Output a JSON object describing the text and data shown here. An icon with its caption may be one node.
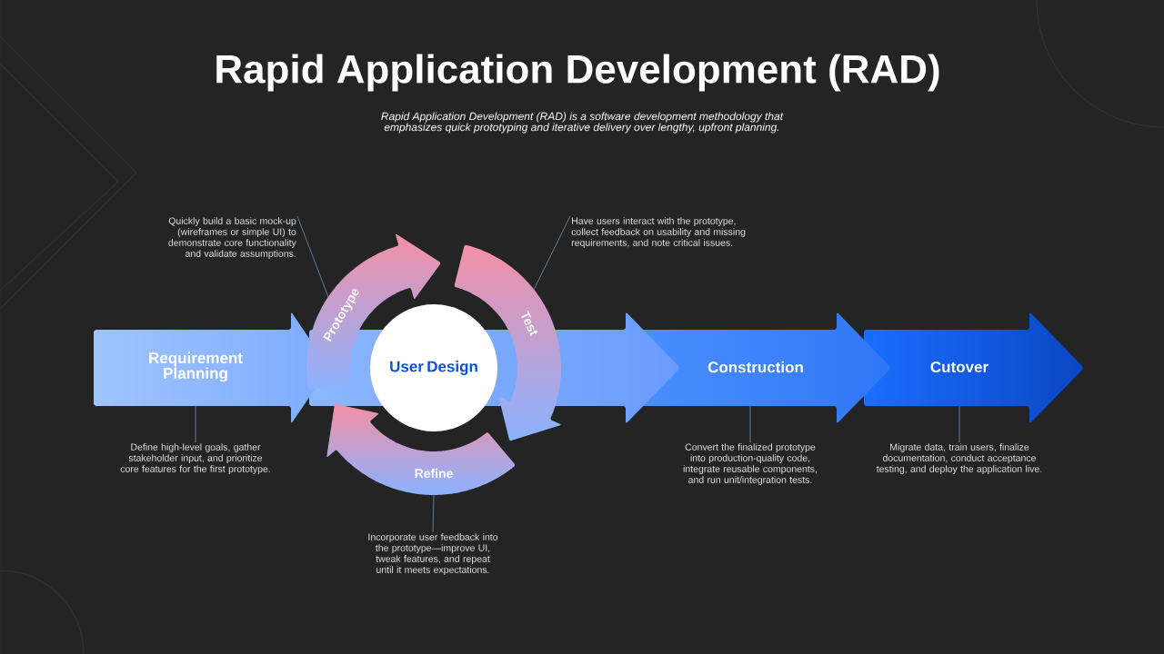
{
  "diagram": {
    "title": "Rapid Application Development (RAD)",
    "nodes": [
      {
        "text": [
          "Requirement Planning"
        ]
      },
      {
        "text": [
          "User Design"
        ]
      },
      {
        "text": [
          "Prototype"
        ]
      },
      {
        "text": [
          "Test"
        ]
      },
      {
        "text": [
          "Refine"
        ]
      },
      {
        "text": [
          "Construction"
        ]
      },
      {
        "text": [
          "Cutover"
        ]
      },
      {
        "text": [
          "Define high-level goals, gather stakeholder input, and prioritize core features for the first prototype."
        ]
      },
      {
        "text": [
          "Quickly build a basic mock-up (wireframes or simple UI) to demonstrate core functionality and validate assumptions."
        ]
      },
      {
        "text": [
          "Have users interact with the prototype, collect feedback on usability and missing requirements, and note critical issues."
        ]
      },
      {
        "text": [
          "Incorporate user feedback into the prototype—improve UI, tweak features, and repeat until it meets expectations."
        ]
      },
      {
        "text": [
          "Convert the finalized prototype into production-quality code, integrate reusable components, and run unit/integration tests."
        ]
      },
      {
        "text": [
          "Migrate data, train users, finalize documentation, conduct acceptance testing, and deploy the application live."
        ]
      }
    ],
    "edges": [
      {
        "from": 7,
        "to": 0,
        "arrow": "none"
      },
      {
        "from": 8,
        "to": 2,
        "arrow": "none"
      },
      {
        "from": 9,
        "to": 3,
        "arrow": "none"
      },
      {
        "from": 10,
        "to": 4,
        "arrow": "none"
      },
      {
        "from": 11,
        "to": 5,
        "arrow": "none"
      },
      {
        "from": 12,
        "to": 6,
        "arrow": "none"
      }
    ],
    "labels": [
      "Rapid Application Development (RAD) is a software development methodology that emphasizes quick prototyping and iterative delivery over lengthy, upfront planning."
    ]
  }
}
